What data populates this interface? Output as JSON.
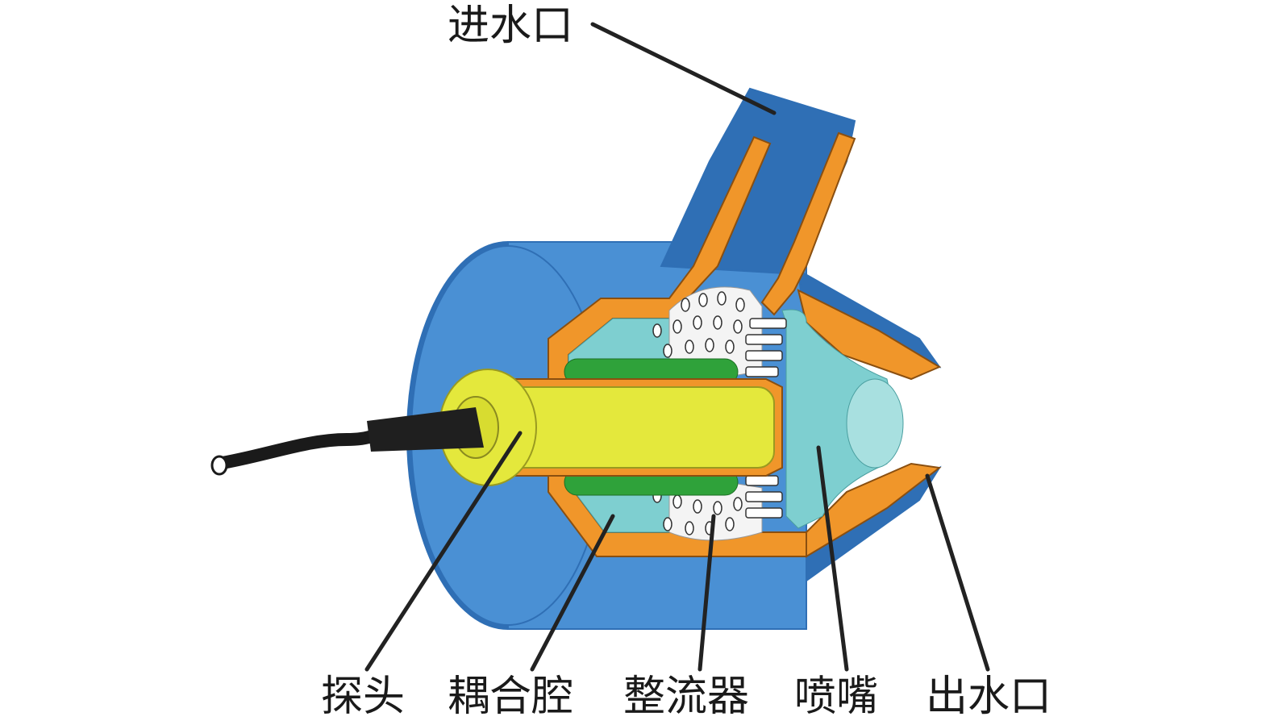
{
  "labels": {
    "inlet": "进水口",
    "probe": "探头",
    "coupling_cavity": "耦合腔",
    "flow_straightener": "整流器",
    "nozzle": "喷嘴",
    "outlet": "出水口"
  },
  "colors": {
    "shell_blue": "#4a90d4",
    "shell_blue_dark": "#2f6fb5",
    "cut_orange": "#f0962a",
    "cavity_cyan": "#7ecfd0",
    "probe_yellow": "#e4e83c",
    "core_green": "#2fa23a",
    "cable_black": "#1a1a1a",
    "straightener_white": "#f4f4f4",
    "leader_line": "#222222"
  }
}
